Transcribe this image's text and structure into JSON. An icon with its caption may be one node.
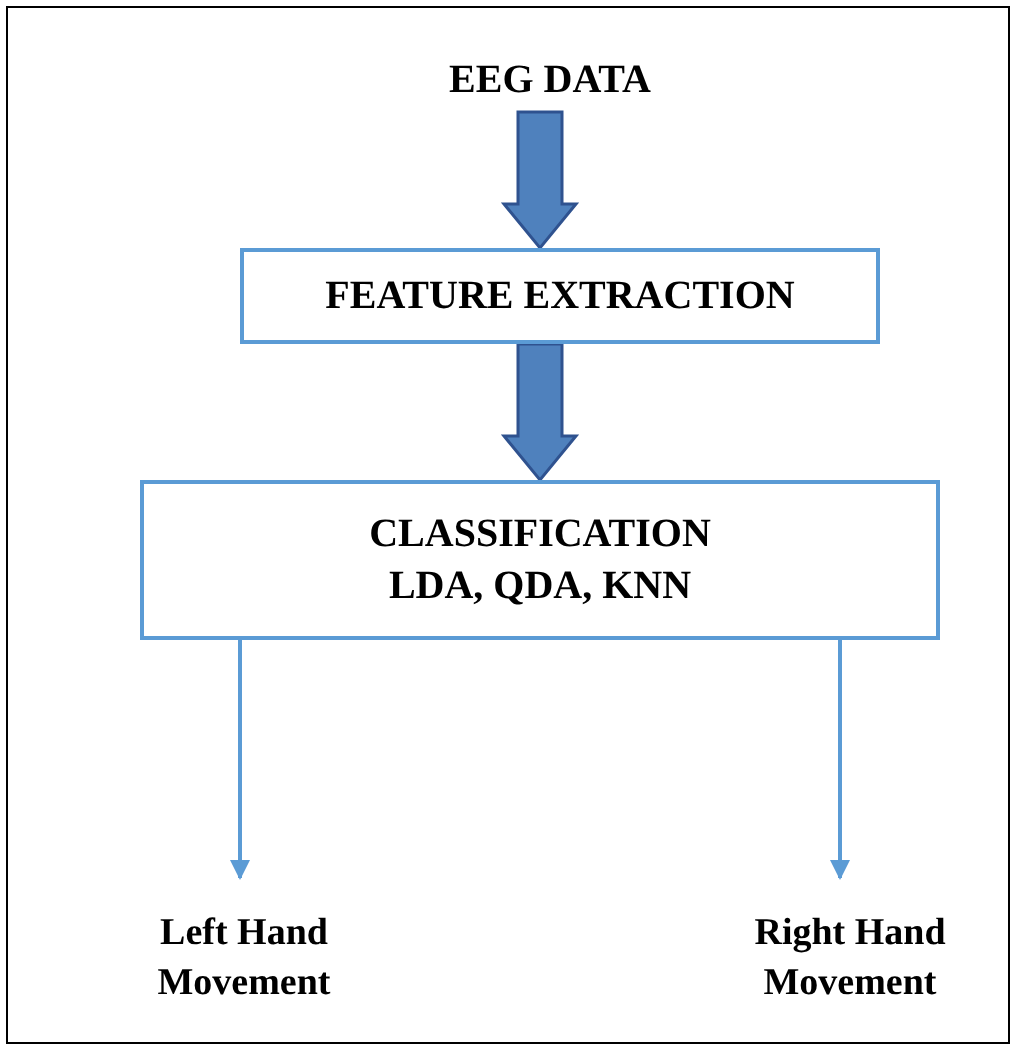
{
  "diagram": {
    "nodes": [
      {
        "text": [
          "EEG DATA"
        ]
      },
      {
        "text": [
          "FEATURE EXTRACTION"
        ]
      },
      {
        "text": [
          "CLASSIFICATION",
          "LDA, QDA, KNN"
        ]
      },
      {
        "text": [
          "Left Hand Movement"
        ]
      },
      {
        "text": [
          "Right Hand Movement"
        ]
      }
    ],
    "edges": [
      {
        "from": 0,
        "to": 1,
        "arrow": "to",
        "style": "thick"
      },
      {
        "from": 1,
        "to": 2,
        "arrow": "to",
        "style": "thick"
      },
      {
        "from": 2,
        "to": 3,
        "arrow": "to"
      },
      {
        "from": 2,
        "to": 4,
        "arrow": "to"
      }
    ]
  }
}
